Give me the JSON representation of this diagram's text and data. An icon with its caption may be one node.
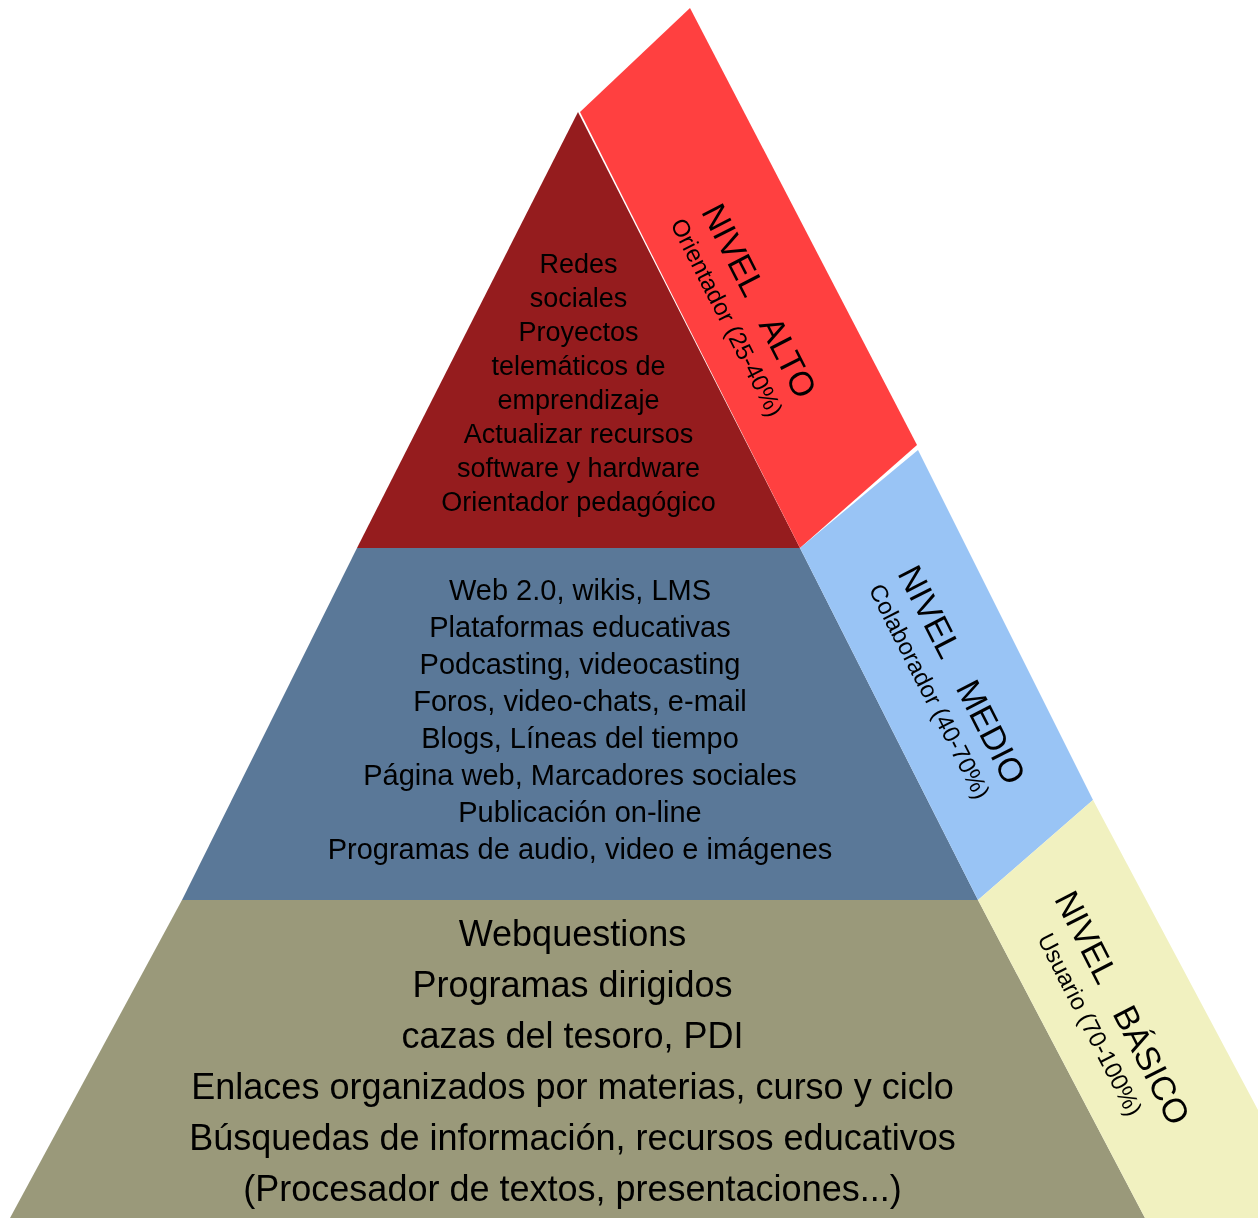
{
  "diagram": {
    "nodes": [
      {
        "text": [
          "Redes sociales",
          "Proyectos telemáticos de emprendizaje",
          "Actualizar recursos software y hardware",
          "Orientador pedagógico"
        ]
      },
      {
        "text": [
          "NIVEL ALTO",
          "Orientador (25-40%)"
        ]
      },
      {
        "text": [
          "Web 2.0, wikis, LMS",
          "Plataformas educativas",
          "Podcasting, videocasting",
          "Foros, video-chats, e-mail",
          "Blogs, Líneas del tiempo",
          "Página web, Marcadores sociales",
          "Publicación on-line",
          "Programas de audio, video e imágenes"
        ]
      },
      {
        "text": [
          "NIVEL MEDIO",
          "Colaborador (40-70%)"
        ]
      },
      {
        "text": [
          "Webquestions",
          "Programas dirigidos",
          "cazas del tesoro, PDI",
          "Enlaces organizados por materias, curso y ciclo",
          "Búsquedas de información, recursos educativos",
          "(Procesador de textos, presentaciones...)"
        ]
      },
      {
        "text": [
          "NIVEL BÁSICO",
          "Usuario (70-100%)"
        ]
      }
    ]
  }
}
